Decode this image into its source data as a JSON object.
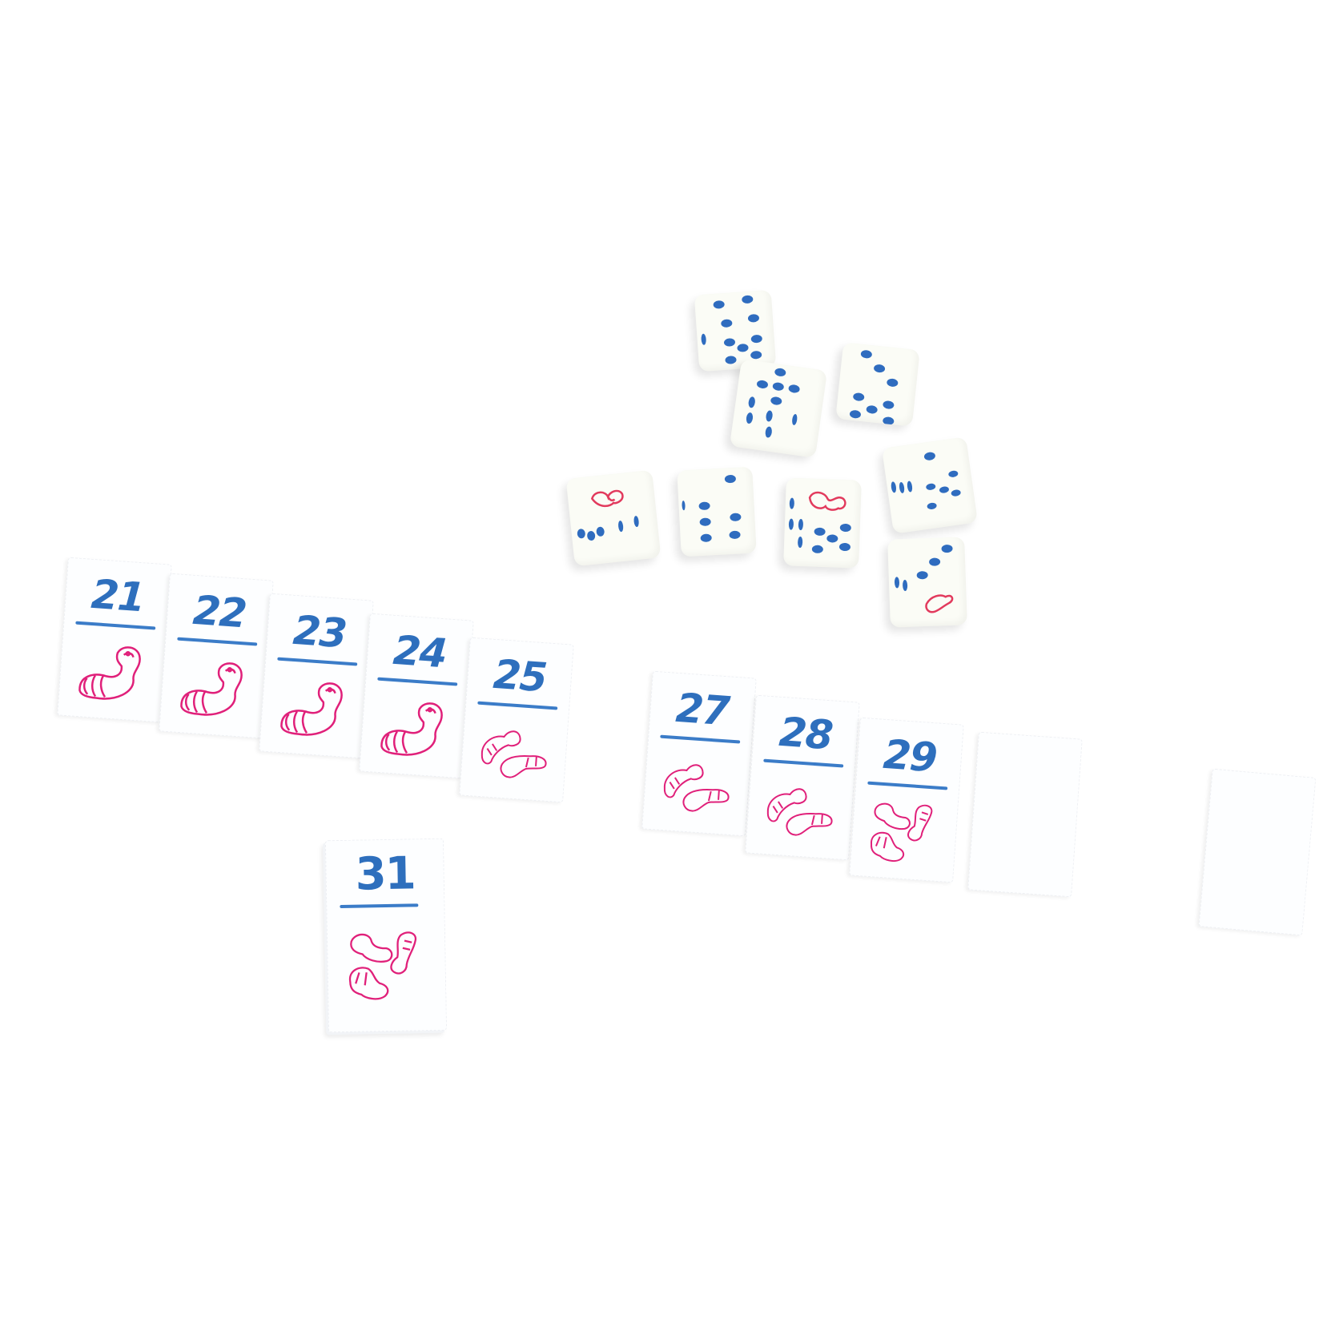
{
  "scene": {
    "background": "#ffffff",
    "colors": {
      "number_blue": "#2e6fbd",
      "bar_blue": "#3b7cc8",
      "worm_pink": "#e0207a",
      "pip_blue": "#2f6cbf",
      "die_worm_red": "#e23a5d"
    }
  },
  "tiles_row_left": [
    {
      "number": "21",
      "worms": 1
    },
    {
      "number": "22",
      "worms": 1
    },
    {
      "number": "23",
      "worms": 1
    },
    {
      "number": "24",
      "worms": 1
    },
    {
      "number": "25",
      "worms": 2
    }
  ],
  "tiles_row_right": [
    {
      "number": "27",
      "worms": 2
    },
    {
      "number": "28",
      "worms": 2
    },
    {
      "number": "29",
      "worms": 3
    },
    {
      "number": "",
      "worms": 0,
      "face": "blank"
    }
  ],
  "tile_single_right": {
    "number": "",
    "worms": 0,
    "face": "blank"
  },
  "tile_stack_player": {
    "number": "31",
    "worms": 3
  },
  "dice": [
    {
      "id": "die-1",
      "top_face": 2,
      "front_face": 5
    },
    {
      "id": "die-2",
      "top_face": 5,
      "front_face": 4
    },
    {
      "id": "die-3",
      "top_face": 3,
      "front_face": 5
    },
    {
      "id": "die-4",
      "top_face": "worm",
      "front_face": 3
    },
    {
      "id": "die-5",
      "top_face": 1,
      "front_face": 4
    },
    {
      "id": "die-6",
      "top_face": "worm",
      "front_face": 5
    },
    {
      "id": "die-7",
      "top_face": 1,
      "front_face": 5
    },
    {
      "id": "die-8",
      "top_face": 3,
      "front_face": "worm"
    }
  ]
}
